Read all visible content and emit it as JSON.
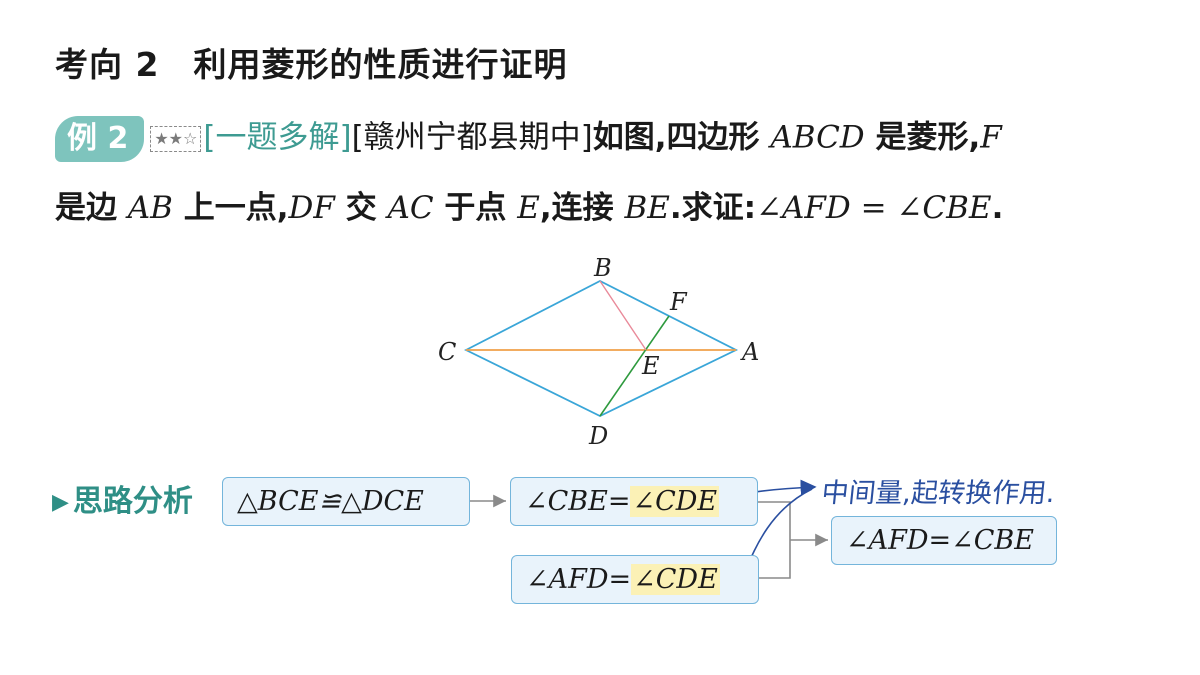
{
  "section": {
    "label": "考向 2",
    "title": "利用菱形的性质进行证明"
  },
  "example": {
    "badge": "例 2",
    "stars": "★★☆",
    "tag": "[一题多解]",
    "source": "[赣州宁都县期中]",
    "line1_parts": [
      "如图,四边形 ",
      "ABCD",
      " 是菱形,",
      "F"
    ],
    "line2_parts": [
      "是边 ",
      "AB",
      " 上一点,",
      "DF",
      " 交 ",
      "AC",
      " 于点 ",
      "E",
      ",连接 ",
      "BE",
      ".求证:",
      "∠AFD = ∠CBE",
      "."
    ]
  },
  "figure": {
    "points": {
      "A": "A",
      "B": "B",
      "C": "C",
      "D": "D",
      "E": "E",
      "F": "F"
    },
    "colors": {
      "rhombus": "#3aa6d8",
      "diagonal_ac": "#f0a04a",
      "segment_df": "#2e9a3e",
      "segment_be": "#e98a9a"
    }
  },
  "analysis": {
    "icon": "triangle-icon",
    "label": "思路分析",
    "box1": "△BCE≌△DCE",
    "box2_left": "∠CBE=",
    "box2_hl": "∠CDE",
    "box3_left": "∠AFD=",
    "box3_hl": "∠CDE",
    "box4": "∠AFD=∠CBE",
    "note": "中间量,起转换作用."
  }
}
